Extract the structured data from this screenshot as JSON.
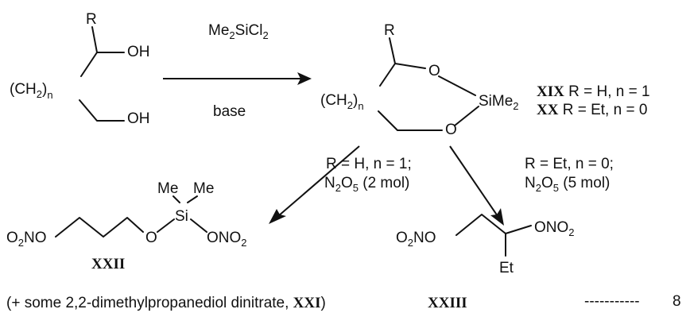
{
  "reactant": {
    "r": "R",
    "oh_top": "OH",
    "oh_bottom": "OH",
    "ch2": "(CH",
    "ch2_sub": "2",
    "ch2_close": ")",
    "n": "n"
  },
  "step1": {
    "reagent_main": "Me",
    "reagent_sub1": "2",
    "reagent_mid": "SiCl",
    "reagent_sub2": "2",
    "reagent_below": "base"
  },
  "intermediate": {
    "r": "R",
    "o_top": "O",
    "o_bottom": "O",
    "si": "SiMe",
    "si_sub": "2",
    "ch2": "(CH",
    "ch2_sub": "2",
    "ch2_close": ")",
    "n": "n"
  },
  "legend": {
    "xix_label": "XIX",
    "xix_text": " R = H, n = 1",
    "xx_label": "XX",
    "xx_text": "  R = Et, n = 0"
  },
  "branch_left": {
    "line1": "R = H, n = 1;",
    "n2": "N",
    "n2_sub": "2",
    "o5": "O",
    "o5_sub": "5",
    "rest": " (2 mol)"
  },
  "branch_right": {
    "line1": "R = Et, n = 0;",
    "n2": "N",
    "n2_sub": "2",
    "o5": "O",
    "o5_sub": "5",
    "rest": " (5 mol)"
  },
  "product_xxii": {
    "o2no_o": "O",
    "o2no_sub": "2",
    "o2no_rest": "NO",
    "o_link": "O",
    "si": "Si",
    "me1": "Me",
    "me2": "Me",
    "ono2": "ONO",
    "ono2_sub": "2",
    "label": "XXII"
  },
  "product_xxiii": {
    "o2no_o": "O",
    "o2no_sub": "2",
    "o2no_rest": "NO",
    "ono2": "ONO",
    "ono2_sub": "2",
    "et": "Et",
    "label": "XXIII"
  },
  "footnote": {
    "text_before": "(+ some 2,2-dimethylpropanediol dinitrate, ",
    "label": "XXI",
    "text_after": ")"
  },
  "scheme_number": {
    "dashes": "-----------",
    "number": "8"
  }
}
